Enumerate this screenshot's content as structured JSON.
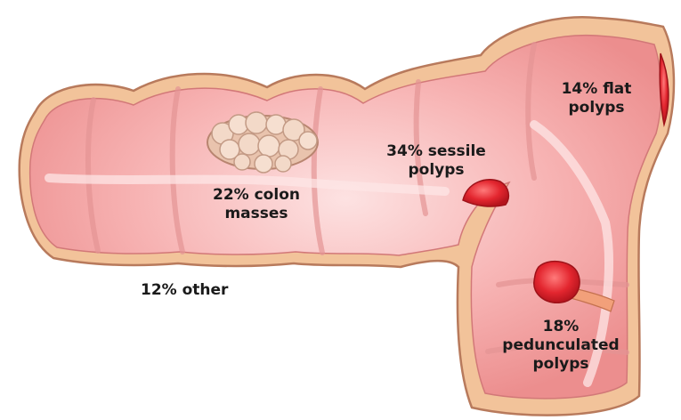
{
  "labels": {
    "colon_masses": {
      "line1": "22% colon",
      "line2": "masses"
    },
    "sessile_polyps": {
      "line1": "34% sessile",
      "line2": "polyps"
    },
    "flat_polyps": {
      "line1": "14% flat",
      "line2": "polyps"
    },
    "pedunculated_polyps": {
      "line1": "18%",
      "line2": "pedunculated",
      "line3": "polyps"
    },
    "other": {
      "line1": "12% other"
    }
  },
  "colors": {
    "outer_wall": "#f2c39a",
    "wall_edge": "#b87a5c",
    "mucosa": "#f5a3a3",
    "mucosa_light": "#fbd9d9",
    "lesion_red": "#e8303a",
    "mass_cream": "#f3d9c8"
  }
}
